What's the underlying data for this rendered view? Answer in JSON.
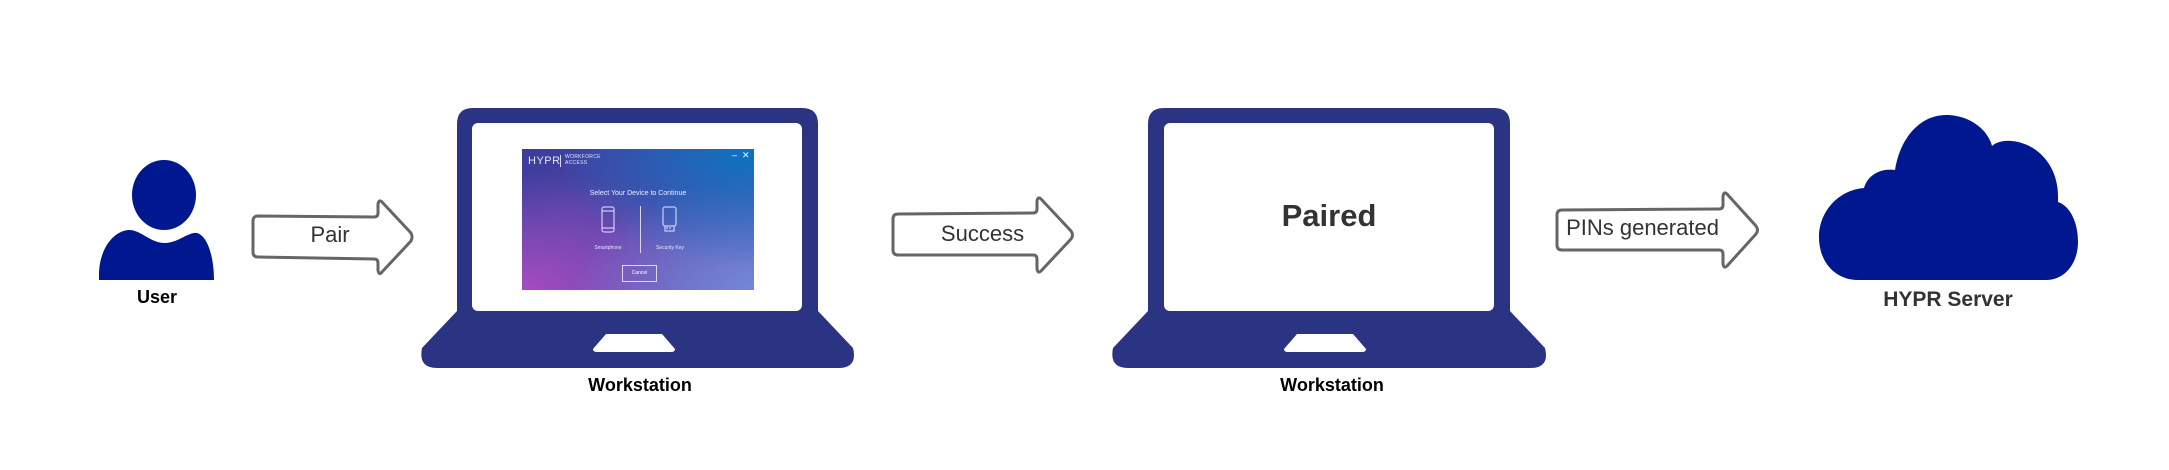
{
  "colors": {
    "user_blue": "#00188F",
    "laptop_blue": "#2B3383",
    "arrow_stroke": "#666666",
    "text_dark": "#333333"
  },
  "nodes": {
    "user": {
      "label": "User",
      "icon": "user-icon"
    },
    "workstation_1": {
      "label": "Workstation",
      "icon": "laptop-icon",
      "screen": {
        "logo": "HYPR",
        "brand_line1": "WORKFORCE",
        "brand_line2": "ACCESS",
        "minimize": "–",
        "close": "✕",
        "title": "Select Your Device to Continue",
        "options": [
          {
            "label": "Smartphone",
            "icon": "smartphone-icon"
          },
          {
            "label": "Security Key",
            "icon": "security-key-icon"
          }
        ],
        "cancel_label": "Cancel"
      }
    },
    "workstation_2": {
      "label": "Workstation",
      "icon": "laptop-icon",
      "screen_text": "Paired"
    },
    "server": {
      "label": "HYPR Server",
      "icon": "cloud-icon"
    }
  },
  "edges": [
    {
      "from": "user",
      "to": "workstation_1",
      "label": "Pair"
    },
    {
      "from": "workstation_1",
      "to": "workstation_2",
      "label": "Success"
    },
    {
      "from": "workstation_2",
      "to": "server",
      "label": "PINs generated"
    }
  ]
}
